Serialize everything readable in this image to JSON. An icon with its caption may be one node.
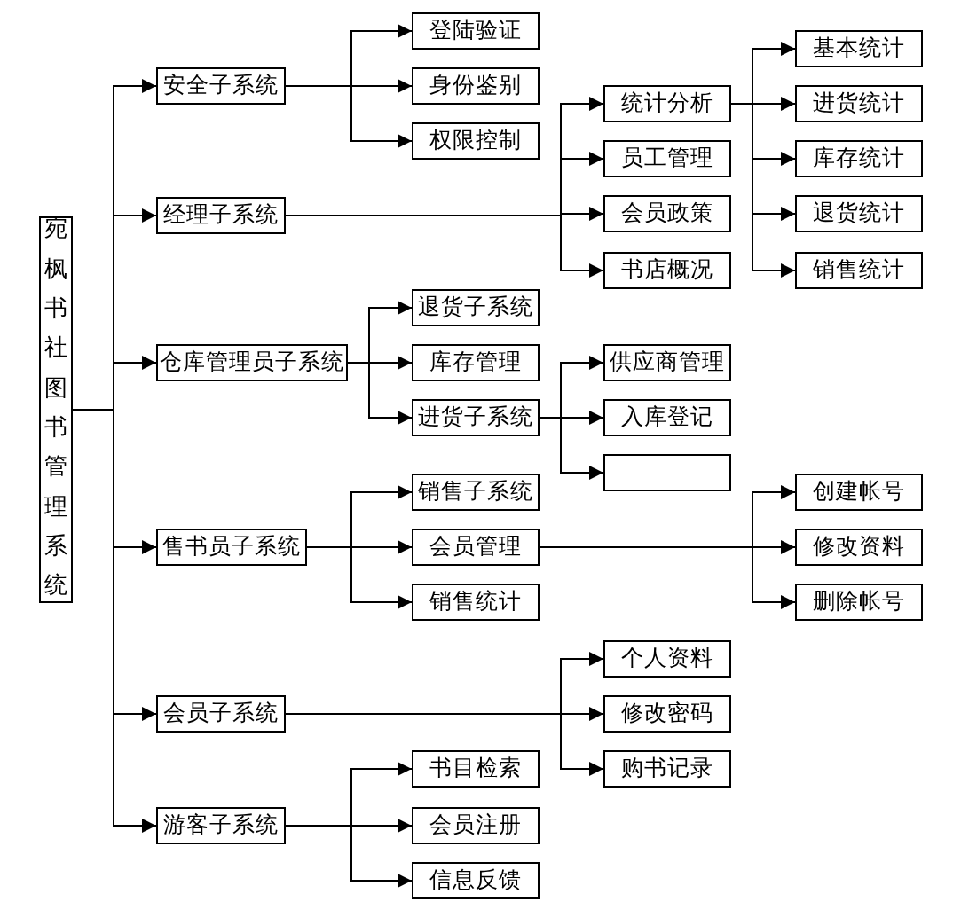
{
  "diagram": {
    "nodes": [
      {
        "text": [
          "宛枫书社图书管理系统"
        ]
      },
      {
        "text": [
          "安全子系统"
        ]
      },
      {
        "text": [
          "登陆验证"
        ]
      },
      {
        "text": [
          "身份鉴别"
        ]
      },
      {
        "text": [
          "权限控制"
        ]
      },
      {
        "text": [
          "经理子系统"
        ]
      },
      {
        "text": [
          "统计分析"
        ]
      },
      {
        "text": [
          "基本统计"
        ]
      },
      {
        "text": [
          "进货统计"
        ]
      },
      {
        "text": [
          "库存统计"
        ]
      },
      {
        "text": [
          "退货统计"
        ]
      },
      {
        "text": [
          "销售统计"
        ]
      },
      {
        "text": [
          "员工管理"
        ]
      },
      {
        "text": [
          "会员政策"
        ]
      },
      {
        "text": [
          "书店概况"
        ]
      },
      {
        "text": [
          "仓库管理员子系统"
        ]
      },
      {
        "text": [
          "退货子系统"
        ]
      },
      {
        "text": [
          "库存管理"
        ]
      },
      {
        "text": [
          "进货子系统"
        ]
      },
      {
        "text": [
          "供应商管理"
        ]
      },
      {
        "text": [
          "入库登记"
        ]
      },
      {
        "text": [],
        "shape": "box"
      },
      {
        "text": [
          "售书员子系统"
        ]
      },
      {
        "text": [
          "销售子系统"
        ]
      },
      {
        "text": [
          "会员管理"
        ]
      },
      {
        "text": [
          "创建帐号"
        ]
      },
      {
        "text": [
          "修改资料"
        ]
      },
      {
        "text": [
          "删除帐号"
        ]
      },
      {
        "text": [
          "销售统计"
        ]
      },
      {
        "text": [
          "会员子系统"
        ]
      },
      {
        "text": [
          "个人资料"
        ]
      },
      {
        "text": [
          "修改密码"
        ]
      },
      {
        "text": [
          "购书记录"
        ]
      },
      {
        "text": [
          "游客子系统"
        ]
      },
      {
        "text": [
          "书目检索"
        ]
      },
      {
        "text": [
          "会员注册"
        ]
      },
      {
        "text": [
          "信息反馈"
        ]
      }
    ],
    "edges": [
      {
        "from": 0,
        "to": 1,
        "arrow": "to"
      },
      {
        "from": 0,
        "to": 5,
        "arrow": "to"
      },
      {
        "from": 0,
        "to": 15,
        "arrow": "to"
      },
      {
        "from": 0,
        "to": 22,
        "arrow": "to"
      },
      {
        "from": 0,
        "to": 29,
        "arrow": "to"
      },
      {
        "from": 0,
        "to": 33,
        "arrow": "to"
      },
      {
        "from": 1,
        "to": 2,
        "arrow": "to"
      },
      {
        "from": 1,
        "to": 3,
        "arrow": "to"
      },
      {
        "from": 1,
        "to": 4,
        "arrow": "to"
      },
      {
        "from": 5,
        "to": 6,
        "arrow": "to"
      },
      {
        "from": 5,
        "to": 12,
        "arrow": "to"
      },
      {
        "from": 5,
        "to": 13,
        "arrow": "to"
      },
      {
        "from": 5,
        "to": 14,
        "arrow": "to"
      },
      {
        "from": 6,
        "to": 7,
        "arrow": "to"
      },
      {
        "from": 6,
        "to": 8,
        "arrow": "to"
      },
      {
        "from": 6,
        "to": 9,
        "arrow": "to"
      },
      {
        "from": 6,
        "to": 10,
        "arrow": "to"
      },
      {
        "from": 6,
        "to": 11,
        "arrow": "to"
      },
      {
        "from": 15,
        "to": 16,
        "arrow": "to"
      },
      {
        "from": 15,
        "to": 17,
        "arrow": "to"
      },
      {
        "from": 15,
        "to": 18,
        "arrow": "to"
      },
      {
        "from": 18,
        "to": 19,
        "arrow": "to"
      },
      {
        "from": 18,
        "to": 20,
        "arrow": "to"
      },
      {
        "from": 18,
        "to": 21,
        "arrow": "to"
      },
      {
        "from": 22,
        "to": 23,
        "arrow": "to"
      },
      {
        "from": 22,
        "to": 24,
        "arrow": "to"
      },
      {
        "from": 22,
        "to": 28,
        "arrow": "to"
      },
      {
        "from": 24,
        "to": 25,
        "arrow": "to"
      },
      {
        "from": 24,
        "to": 26,
        "arrow": "to"
      },
      {
        "from": 24,
        "to": 27,
        "arrow": "to"
      },
      {
        "from": 29,
        "to": 30,
        "arrow": "to"
      },
      {
        "from": 29,
        "to": 31,
        "arrow": "to"
      },
      {
        "from": 29,
        "to": 32,
        "arrow": "to"
      },
      {
        "from": 33,
        "to": 34,
        "arrow": "to"
      },
      {
        "from": 33,
        "to": 35,
        "arrow": "to"
      },
      {
        "from": 33,
        "to": 36,
        "arrow": "to"
      }
    ]
  }
}
